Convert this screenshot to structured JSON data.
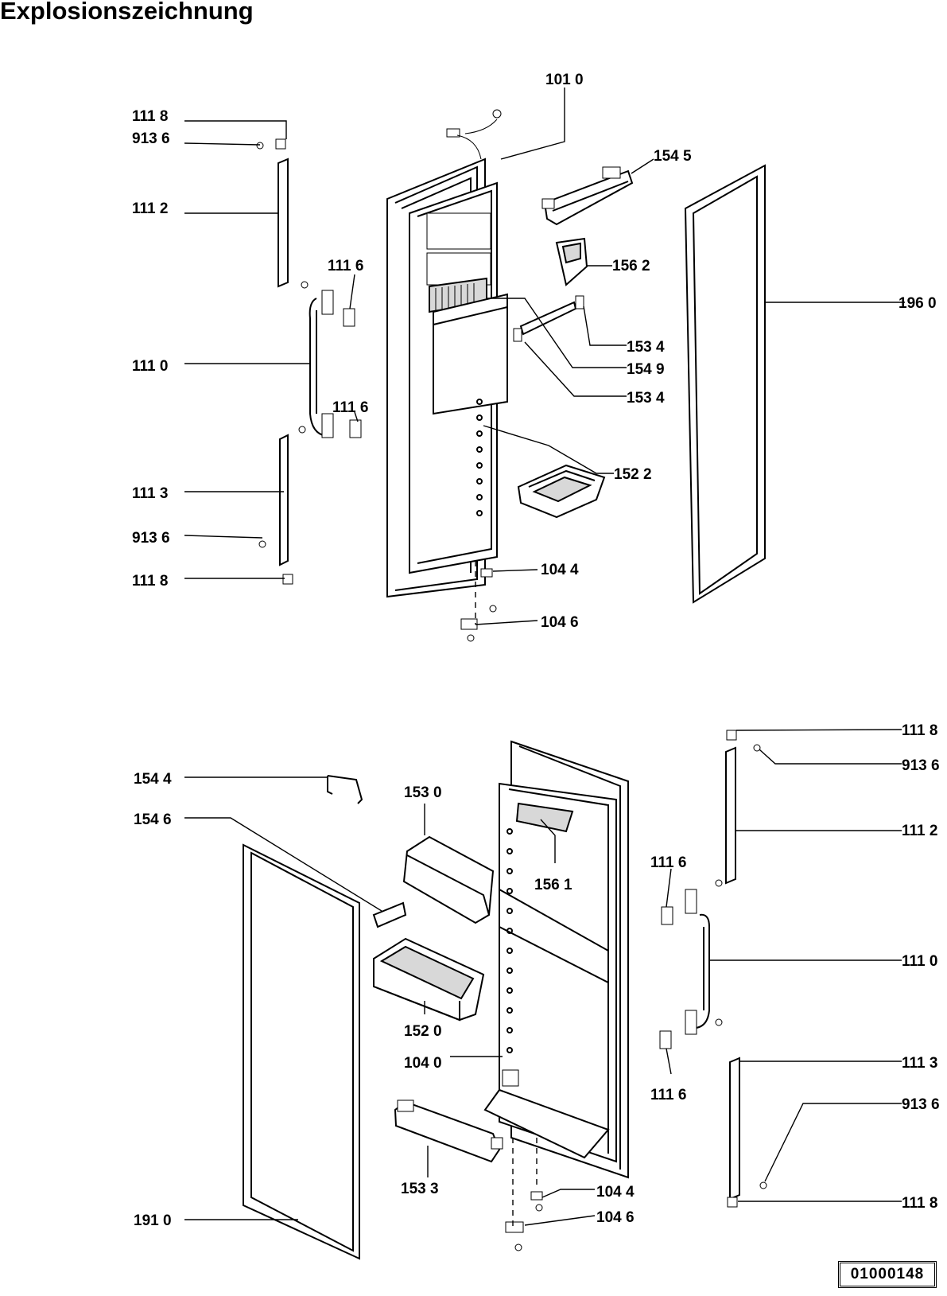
{
  "title": "Explosionszeichnung",
  "document_code": "01000148",
  "upper_door_labels": [
    "101 0",
    "111 8",
    "913 6",
    "154 5",
    "111 2",
    "156 2",
    "111 6",
    "196 0",
    "153 4",
    "111 0",
    "154 9",
    "153 4",
    "111 6",
    "152 2",
    "111 3",
    "913 6",
    "111 8",
    "104 4",
    "104 6"
  ],
  "lower_door_labels": [
    "111 8",
    "913 6",
    "154 4",
    "153 0",
    "154 6",
    "111 2",
    "111 6",
    "156 1",
    "111 0",
    "152 0",
    "104 0",
    "111 6",
    "111 3",
    "913 6",
    "153 3",
    "104 4",
    "111 8",
    "191 0",
    "104 6"
  ]
}
